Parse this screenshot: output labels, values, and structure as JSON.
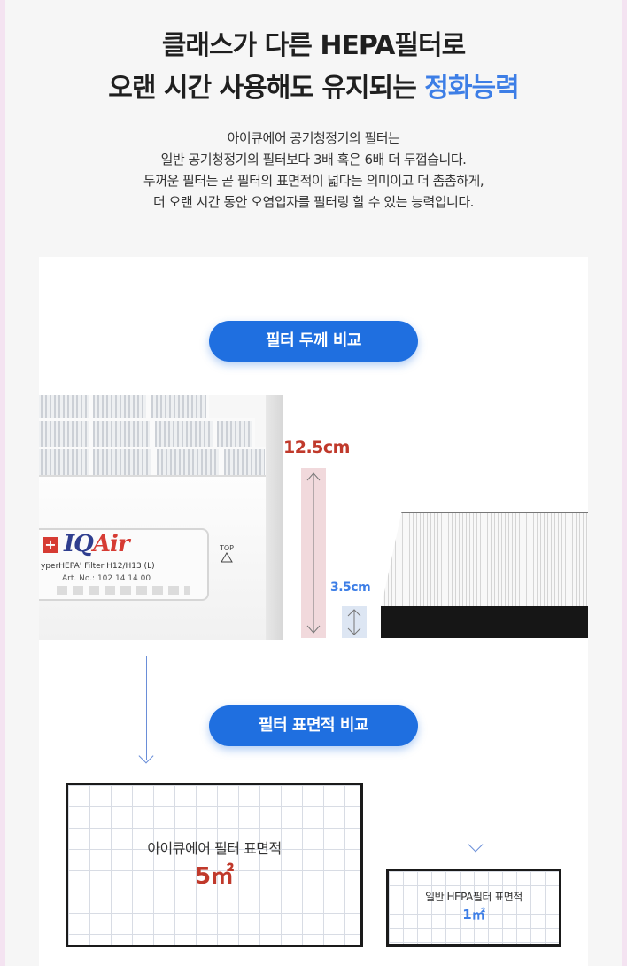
{
  "headline": {
    "line1": "클래스가 다른 HEPA필터로",
    "line2_plain": "오랜 시간 사용해도 유지되는",
    "line2_accent": "정화능력"
  },
  "description": [
    "아이큐에어 공기청정기의 필터는",
    "일반 공기청정기의 필터보다 3배 혹은 6배 더 두껍습니다.",
    "두꺼운 필터는 곧 필터의 표면적이 넓다는 의미이고 더 촘촘하게,",
    "더 오랜 시간 동안 오염입자를 필터링 할 수 있는 능력입니다."
  ],
  "thickness_section": {
    "title": "필터 두께 비교",
    "iqair_thickness": "12.5cm",
    "normal_thickness": "3.5cm"
  },
  "filter_label": {
    "brand": "IQAir",
    "brand_symbol": "+",
    "model": "yperHEPA' Filter H12/H13 (L)",
    "art_no": "Art. No.: 102 14 14 00",
    "top_text": "TOP"
  },
  "area_section": {
    "title": "필터 표면적 비교",
    "iqair_label": "아이큐에어 필터 표면적",
    "iqair_value": "5㎡",
    "normal_label": "일반 HEPA필터 표면적",
    "normal_value": "1㎡"
  },
  "colors": {
    "accent_blue": "#3d7ee6",
    "pill_blue": "#1f6fe0",
    "accent_red": "#c0392b",
    "page_border": "#f4e3f1"
  },
  "icons": [
    "arrow-down-icon",
    "double-arrow-icon",
    "triangle-icon",
    "swiss-cross-icon"
  ]
}
